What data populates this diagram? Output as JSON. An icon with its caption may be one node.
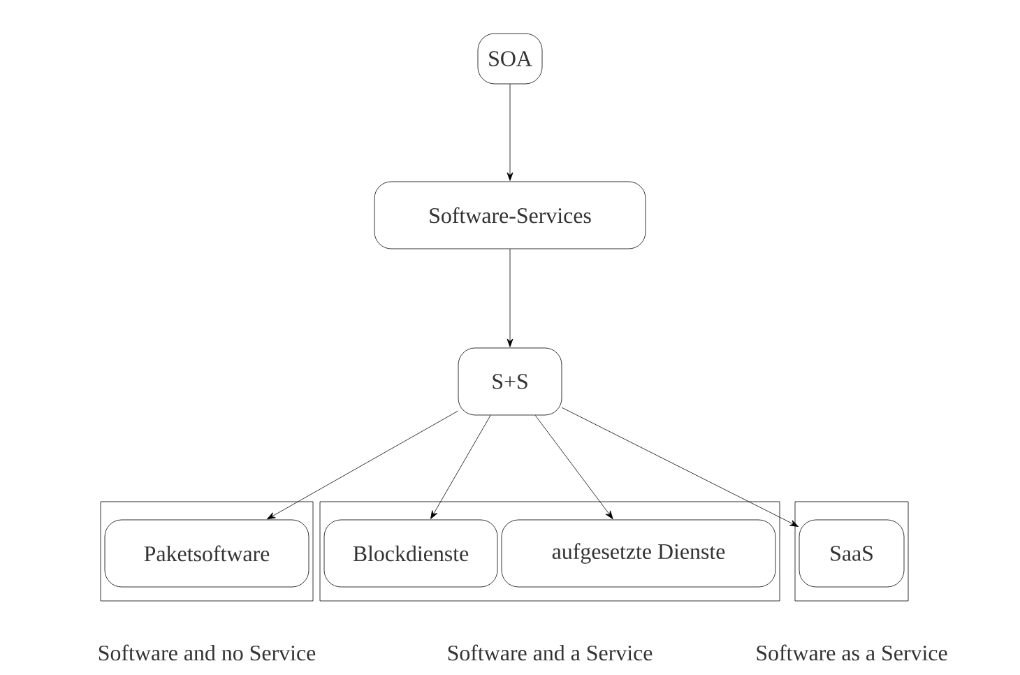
{
  "diagram": {
    "nodes": [
      {
        "text": [
          "SOA"
        ]
      },
      {
        "text": [
          "Software-Services"
        ]
      },
      {
        "text": [
          "S+S"
        ]
      },
      {
        "text": [],
        "shape": "box",
        "beside": [
          "Software and no Service"
        ]
      },
      {
        "text": [
          "Paketsoftware"
        ],
        "in": 3
      },
      {
        "text": [],
        "shape": "box",
        "beside": [
          "Software and a Service"
        ]
      },
      {
        "text": [
          "Blockdienste"
        ],
        "in": 5
      },
      {
        "text": [
          "aufgesetzte Dienste"
        ],
        "in": 5
      },
      {
        "text": [],
        "shape": "box",
        "beside": [
          "Software as a Service"
        ]
      },
      {
        "text": [
          "SaaS"
        ],
        "in": 8
      }
    ],
    "edges": [
      {
        "from": 0,
        "to": 1,
        "arrow": "to"
      },
      {
        "from": 1,
        "to": 2,
        "arrow": "to"
      },
      {
        "from": 2,
        "to": 4,
        "arrow": "to"
      },
      {
        "from": 2,
        "to": 6,
        "arrow": "to"
      },
      {
        "from": 2,
        "to": 7,
        "arrow": "to"
      },
      {
        "from": 2,
        "to": 9,
        "arrow": "to"
      }
    ]
  }
}
